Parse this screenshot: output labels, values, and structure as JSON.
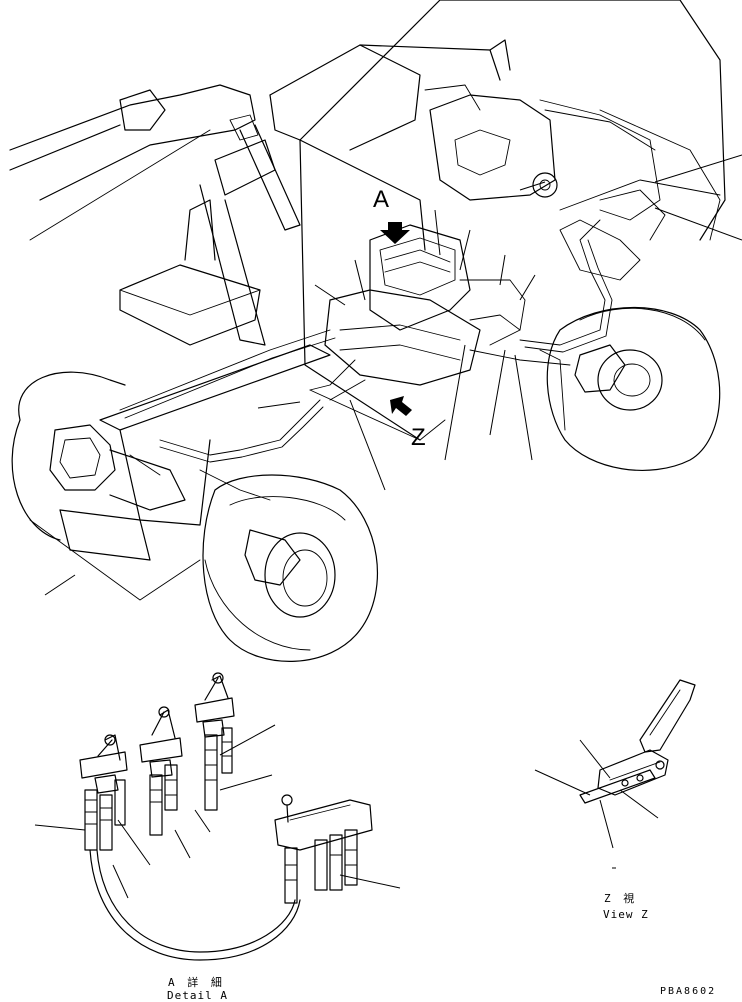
{
  "labels": {
    "arrow_a": "A",
    "arrow_z": "Z",
    "view_z_jp": "Z 視",
    "view_z_en": "View Z",
    "detail_a_jp": "A 詳 細",
    "detail_a_en": "Detail A",
    "drawing_code": "PBA8602"
  },
  "icons": {
    "view_arrow": "arrow-icon"
  },
  "colors": {
    "line": "#000000",
    "paper": "#ffffff"
  }
}
